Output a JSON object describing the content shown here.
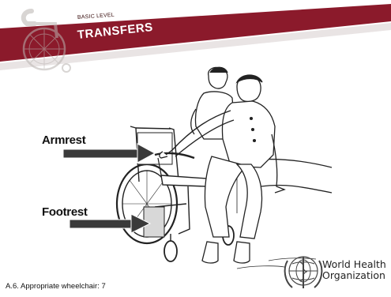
{
  "header": {
    "level": "BASIC LEVEL",
    "title": "TRANSFERS",
    "band_color": "#8b1a2b"
  },
  "labels": {
    "armrest": "Armrest",
    "footrest": "Footrest"
  },
  "footer": {
    "text": "A.6. Appropriate wheelchair: 7"
  },
  "logo": {
    "line1": "World Health",
    "line2": "Organization",
    "icon": "who-emblem-icon"
  }
}
